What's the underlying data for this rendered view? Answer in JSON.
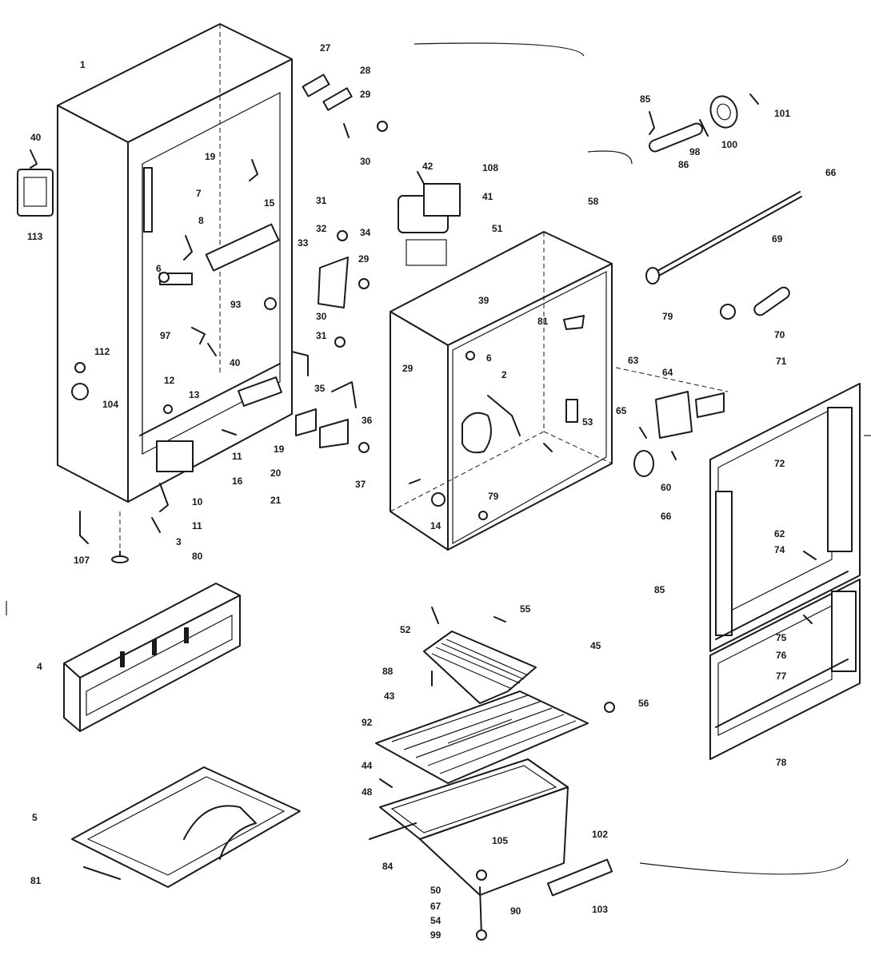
{
  "labels": [
    "1",
    "27",
    "28",
    "29",
    "30",
    "40",
    "113",
    "19",
    "7",
    "15",
    "31",
    "8",
    "6",
    "32",
    "34",
    "33",
    "29",
    "30",
    "93",
    "97",
    "40",
    "31",
    "112",
    "12",
    "13",
    "104",
    "35",
    "36",
    "11",
    "16",
    "19",
    "20",
    "21",
    "37",
    "10",
    "3",
    "11",
    "107",
    "80",
    "42",
    "108",
    "41",
    "58",
    "51",
    "39",
    "81",
    "29",
    "2",
    "6",
    "63",
    "53",
    "79",
    "14",
    "85",
    "101",
    "100",
    "98",
    "86",
    "66",
    "69",
    "79",
    "70",
    "71",
    "64",
    "65",
    "60",
    "66",
    "72",
    "62",
    "74",
    "85",
    "75",
    "76",
    "77",
    "78",
    "52",
    "55",
    "45",
    "88",
    "43",
    "56",
    "92",
    "44",
    "48",
    "84",
    "105",
    "102",
    "103",
    "90",
    "50",
    "67",
    "54",
    "99",
    "4",
    "5",
    "81"
  ]
}
